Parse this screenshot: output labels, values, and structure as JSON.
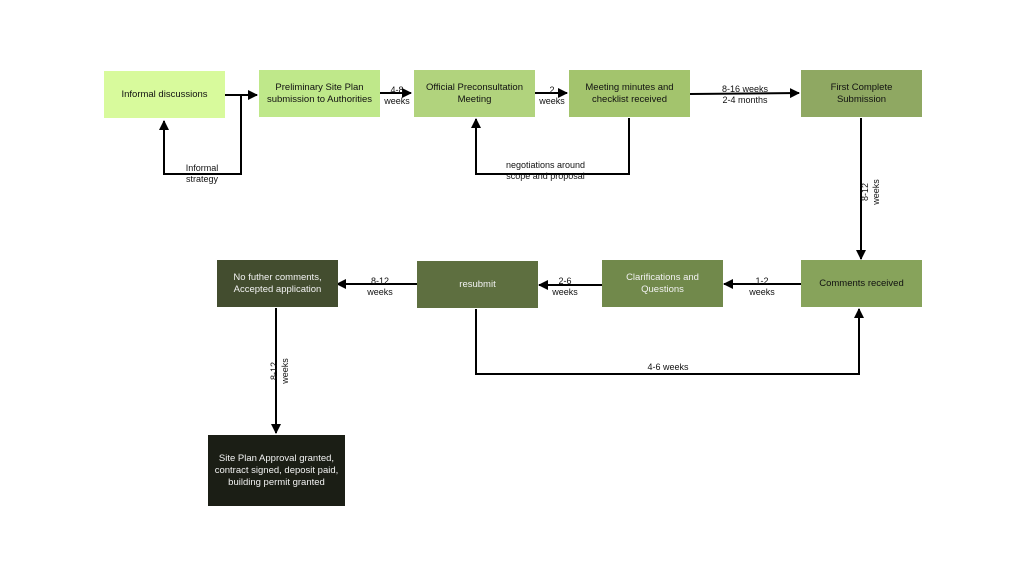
{
  "colors": {
    "lime_light": "#d8fa9c",
    "lime": "#bfe88a",
    "green_light": "#b1d37d",
    "green_mid": "#a3c46d",
    "green_olive": "#8fa862",
    "green_sage": "#87a35b",
    "green_moss": "#71894b",
    "green_forest": "#5e6f40",
    "green_dark": "#434d2f",
    "green_black": "#1b1e15",
    "arrow": "#000000"
  },
  "nodes": {
    "informal_discussions": "Informal discussions",
    "preliminary_site_plan": "Preliminary Site Plan\nsubmission to Authorities",
    "official_preconsultation": "Official Preconsultation\nMeeting",
    "meeting_minutes": "Meeting minutes and\nchecklist received",
    "first_complete_submission": "First Complete Submission",
    "comments_received": "Comments received",
    "clarifications": "Clarifications and\nQuestions",
    "resubmit": "resubmit",
    "no_further_comments": "No futher comments,\nAccepted application",
    "site_plan_approval": "Site Plan Approval granted,\ncontract signed, deposit paid,\nbuilding permit granted"
  },
  "edges": {
    "informal_strategy": "Informal\nstrategy",
    "prelim_to_preconsult": "4-8\nweeks",
    "preconsult_to_minutes": "2\nweeks",
    "minutes_to_first": "8-16 weeks\n2-4 months",
    "negotiations": "negotiations around\nscope and proposal",
    "first_to_comments": "8-12\nweeks",
    "comments_to_clarifications": "1-2\nweeks",
    "clarifications_to_resubmit": "2-6\nweeks",
    "resubmit_to_accepted": "8-12\nweeks",
    "resubmit_loop": "4-6 weeks",
    "accepted_to_approval": "8-12\nweeks"
  }
}
